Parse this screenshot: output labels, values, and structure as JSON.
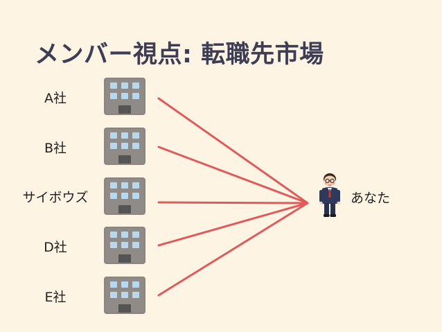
{
  "slide": {
    "title": "メンバー視点: 転職先市場"
  },
  "companies": [
    {
      "label": "A社"
    },
    {
      "label": "B社"
    },
    {
      "label": "サイボウズ"
    },
    {
      "label": "D社"
    },
    {
      "label": "E社"
    }
  ],
  "you": {
    "label": "あなた",
    "icon": "businessman-icon"
  },
  "colors": {
    "background": "#fdf4e3",
    "title": "#3d3d55",
    "connector": "#e05a5a",
    "building": "#8a8580",
    "window": "#b8d8ee"
  }
}
